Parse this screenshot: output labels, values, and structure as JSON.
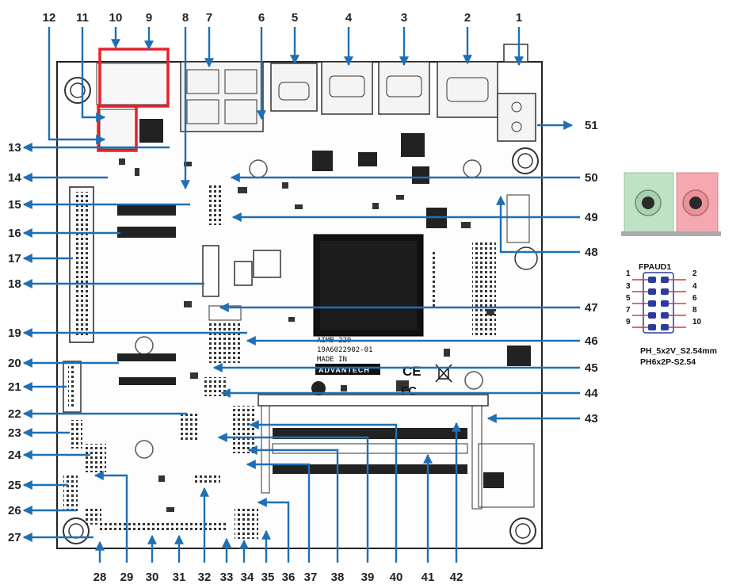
{
  "callouts": [
    "1",
    "2",
    "3",
    "4",
    "5",
    "6",
    "7",
    "8",
    "9",
    "10",
    "11",
    "12",
    "13",
    "14",
    "15",
    "16",
    "17",
    "18",
    "19",
    "20",
    "21",
    "22",
    "23",
    "24",
    "25",
    "26",
    "27",
    "28",
    "29",
    "30",
    "31",
    "32",
    "33",
    "34",
    "35",
    "36",
    "37",
    "38",
    "39",
    "40",
    "41",
    "42",
    "43",
    "44",
    "45",
    "46",
    "47",
    "48",
    "49",
    "50",
    "51"
  ],
  "board_silkscreen": {
    "model": "AIMB-229",
    "part_number": "19A6022902-01",
    "made_in": "MADE IN",
    "brand": "ADVANTECH",
    "ce_mark": "CE",
    "fcc_mark": "FC"
  },
  "header_detail": {
    "title": "FPAUD1",
    "pin_labels": [
      "1",
      "2",
      "3",
      "4",
      "5",
      "6",
      "7",
      "8",
      "9",
      "10"
    ],
    "spec_1": "PH_5x2V_S2.54mm",
    "spec_2": "PH6x2P-S2.54"
  },
  "colors": {
    "arrow": "#1f6fb5",
    "pcb_outline": "#222222",
    "highlight_box": "#e8212b",
    "audio_green": "#bfe2c5",
    "audio_pink": "#f4a9b0",
    "header_pin": "#2b3b9c"
  }
}
